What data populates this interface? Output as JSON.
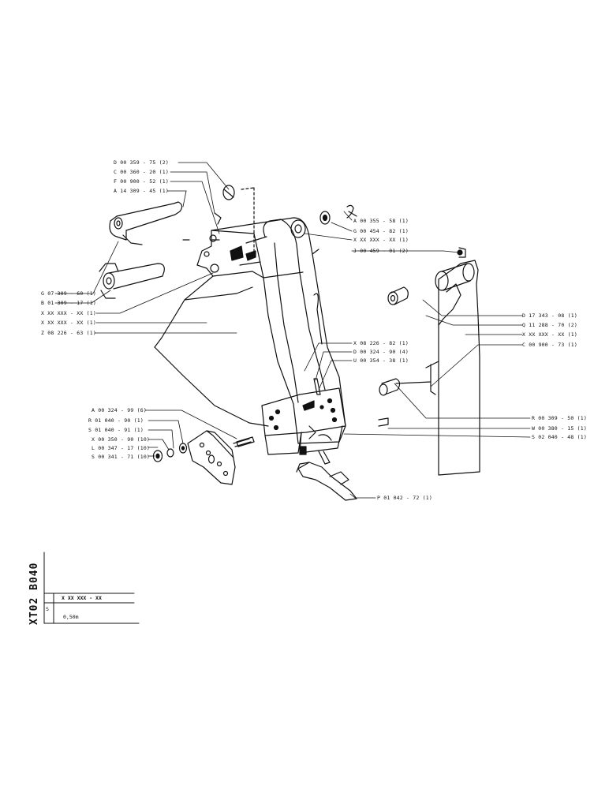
{
  "callouts_left": [
    "D 00 359 - 75 (2)",
    "C 00 360 - 20 (1)",
    "F 00 900 - 52 (1)",
    "A 14 309 - 45 (1)",
    "G 07 309 - 60 (1)",
    "B 01 309 - 17 (1)",
    "X XX XXX - XX (1)",
    "X XX XXX - XX (1)",
    "Z 08 226 - 63 (1)",
    "A 00 324 - 99 (6)",
    "R 01 040 - 90 (1)",
    "S 01 040 - 91 (1)",
    "X 00 350 - 90 (10)",
    "L 00 347 - 17 (10)",
    "S 00 341 - 71 (10)"
  ],
  "callouts_right": [
    "A 00 355 - 58 (1)",
    "G 00 454 - 82 (1)",
    "X XX XXX - XX (1)",
    "J 00 459 - 01 (2)",
    "D 17 343 - 08 (1)",
    "Q 11 288 - 70 (2)",
    "X XX XXX - XX (1)",
    "C 00 900 - 73 (1)",
    "X 08 226 - 82 (1)",
    "D 00 324 - 90 (4)",
    "U 00 354 - 38 (1)",
    "R 00 309 - 50 (1)",
    "W 00 380 - 15 (1)",
    "S 02 040 - 48 (1)",
    "P 01 042 - 72 (1)"
  ],
  "title_block": {
    "drawing_code": "XT02 B040",
    "ref_code": "X XX XXX - XX",
    "marker": "S",
    "dimension": "0,50m"
  }
}
